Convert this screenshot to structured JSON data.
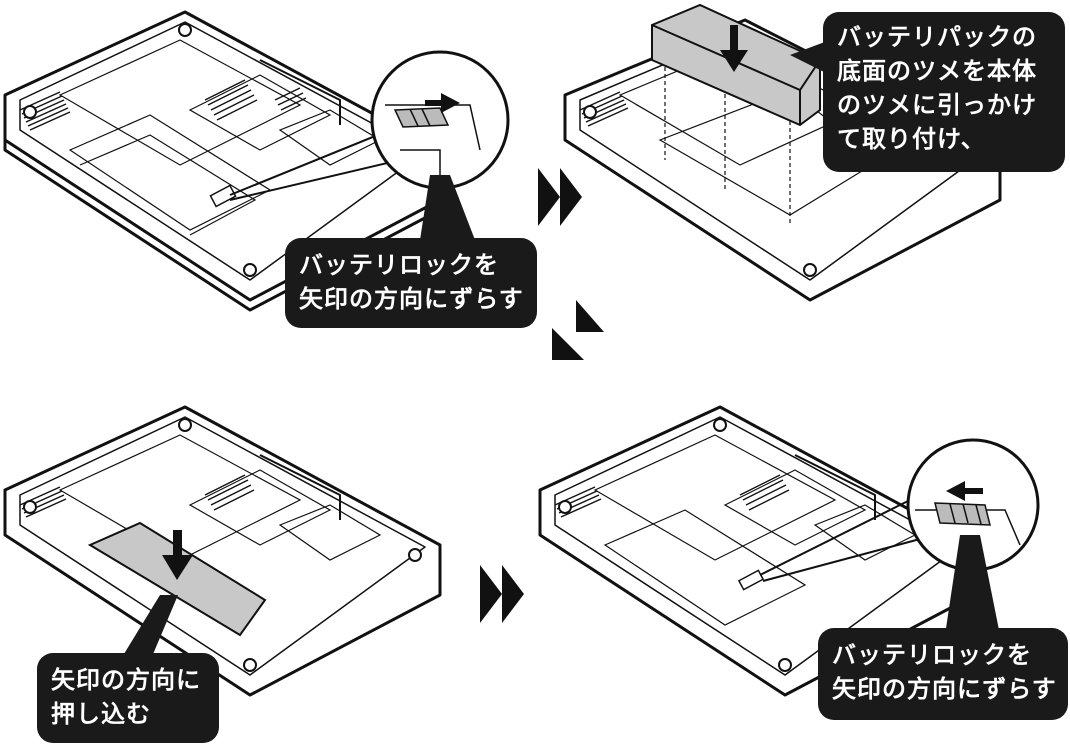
{
  "steps": [
    {
      "id": "step-1",
      "callout_lines": [
        "バッテリロックを",
        "矢印の方向にずらす"
      ]
    },
    {
      "id": "step-2",
      "callout_lines": [
        "バッテリパックの",
        "底面のツメを本体",
        "のツメに引っかけ",
        "て取り付け、"
      ]
    },
    {
      "id": "step-3",
      "callout_lines": [
        "矢印の方向に",
        "押し込む"
      ]
    },
    {
      "id": "step-4",
      "callout_lines": [
        "バッテリロックを",
        "矢印の方向にずらす"
      ]
    }
  ],
  "icons": {
    "next_arrow": "double-chevron-right-icon",
    "diagonal_arrow": "double-chevron-down-left-icon",
    "push_arrow": "arrow-down-icon",
    "lock_slide_right": "arrow-right-icon",
    "lock_slide_left": "arrow-left-icon"
  },
  "colors": {
    "callout_bg": "#1a1a1a",
    "callout_text": "#ffffff",
    "line": "#111111",
    "battery_fill": "#c8c8c8"
  }
}
